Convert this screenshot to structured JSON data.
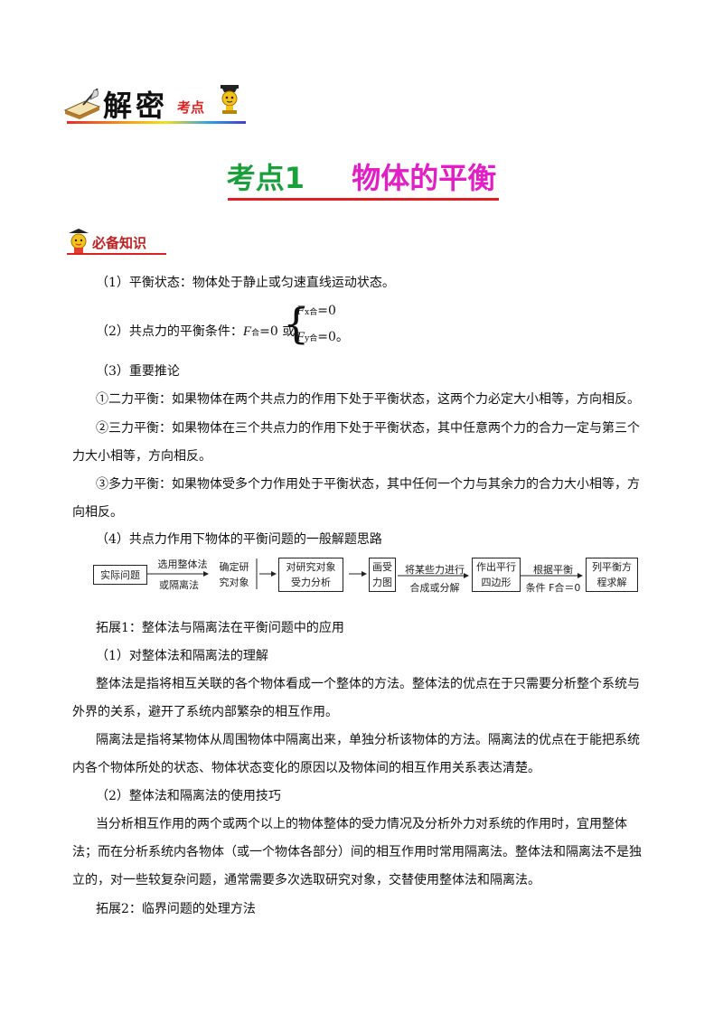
{
  "header": {
    "word": "解密",
    "small": "考点"
  },
  "title": {
    "part1": "考点1",
    "part2": "物体的平衡"
  },
  "section_tag": "必备知识",
  "lines": {
    "l1": "（1）平衡状态：物体处于静止或匀速直线运动状态。",
    "l2_prefix": "（2）共点力的平衡条件：",
    "l2_f": "F",
    "l2_fsub": "合",
    "l2_eq": "=0 或",
    "l2_sys1_f": "F",
    "l2_sys1_sub": "x合",
    "l2_sys1_eq": "=0",
    "l2_sys2_f": "F",
    "l2_sys2_sub": "y合",
    "l2_sys2_eq": "=0。",
    "l3": "（3）重要推论",
    "l4": "①二力平衡：如果物体在两个共点力的作用下处于平衡状态，这两个力必定大小相等，方向相反。",
    "l5": "②三力平衡：如果物体在三个共点力的作用下处于平衡状态，其中任意两个力的合力一定与第三个力大小相等，方向相反。",
    "l6": "③多力平衡：如果物体受多个力作用处于平衡状态，其中任何一个力与其余力的合力大小相等，方向相反。",
    "l7": "（4）共点力作用下物体的平衡问题的一般解题思路"
  },
  "flow": {
    "b1": "实际问题",
    "a1_top": "选用整体法",
    "a1_bottom": "或隔离法",
    "b2_1": "确定研",
    "b2_2": "究对象",
    "b3_1": "对研究对象",
    "b3_2": "受力分析",
    "b4_1": "画受",
    "b4_2": "力图",
    "a4_top": "将某些力进行",
    "a4_bottom": "合成或分解",
    "b5_1": "作出平行",
    "b5_2": "四边形",
    "a5_top": "根据平衡",
    "a5_bottom": "条件 F合＝0",
    "b6_1": "列平衡方",
    "b6_2": "程求解"
  },
  "body": {
    "p1": "拓展1：整体法与隔离法在平衡问题中的应用",
    "p2": "（1）对整体法和隔离法的理解",
    "p3": "整体法是指将相互关联的各个物体看成一个整体的方法。整体法的优点在于只需要分析整个系统与外界的关系，避开了系统内部繁杂的相互作用。",
    "p4": "隔离法是指将某物体从周围物体中隔离出来，单独分析该物体的方法。隔离法的优点在于能把系统内各个物体所处的状态、物体状态变化的原因以及物体间的相互作用关系表达清楚。",
    "p5": "（2）整体法和隔离法的使用技巧",
    "p6": "当分析相互作用的两个或两个以上的物体整体的受力情况及分析外力对系统的作用时，宜用整体法；而在分析系统内各物体（或一个物体各部分）间的相互作用时常用隔离法。整体法和隔离法不是独立的，对一些较复杂问题，通常需要多次选取研究对象，交替使用整体法和隔离法。",
    "p7": "拓展2：临界问题的处理方法"
  },
  "colors": {
    "title_green": "#1aa03a",
    "title_magenta": "#e21ec6",
    "title_underline": "#e02020"
  }
}
